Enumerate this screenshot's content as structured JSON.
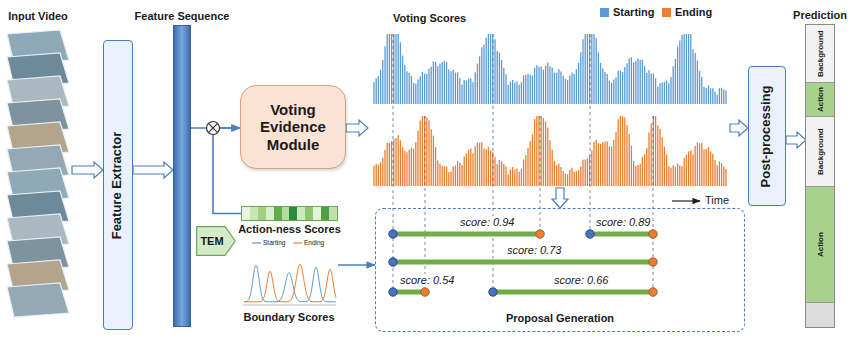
{
  "diagram": {
    "nodes": [
      {
        "text": [
          "Input Video"
        ]
      },
      {
        "text": [
          "Feature Extractor"
        ]
      },
      {
        "text": [
          "Feature Sequence"
        ]
      },
      {
        "text": [
          "Voting Evidence Module"
        ]
      },
      {
        "text": [
          "Action-ness Scores"
        ]
      },
      {
        "text": [
          "TEM"
        ]
      },
      {
        "text": [
          "Boundary Scores"
        ]
      },
      {
        "text": [
          "Voting Scores"
        ]
      },
      {
        "text": [
          "Proposal Generation"
        ]
      },
      {
        "text": [
          "Post-processing"
        ]
      },
      {
        "text": [
          "Prediction"
        ]
      },
      {
        "text": [
          "Background"
        ],
        "in": 10
      },
      {
        "text": [
          "Action"
        ],
        "in": 10
      },
      {
        "text": [
          "Background"
        ],
        "in": 10
      },
      {
        "text": [
          "Action"
        ],
        "in": 10
      }
    ],
    "edges": [
      {
        "from": 0,
        "to": 1,
        "arrow": "to"
      },
      {
        "from": 1,
        "to": 2,
        "arrow": "to"
      },
      {
        "from": 2,
        "to": 3,
        "arrow": "to"
      },
      {
        "from": 4,
        "to": 3,
        "arrow": "to"
      },
      {
        "from": 3,
        "to": 7,
        "arrow": "to"
      },
      {
        "from": 6,
        "to": 8,
        "arrow": "to"
      },
      {
        "from": 7,
        "to": 8,
        "arrow": "to"
      },
      {
        "from": 7,
        "to": 9,
        "arrow": "to"
      },
      {
        "from": 9,
        "to": 10,
        "arrow": "to"
      }
    ],
    "labels": [
      "score: 0.94",
      "score: 0.89",
      "score: 0.73",
      "score: 0.54",
      "score: 0.66",
      "Time"
    ],
    "legend": [
      {
        "text": "Starting",
        "color": "#5b9bd5"
      },
      {
        "text": "Ending",
        "color": "#ed7d31"
      },
      {
        "text": "Starting"
      },
      {
        "text": "Ending"
      }
    ]
  }
}
